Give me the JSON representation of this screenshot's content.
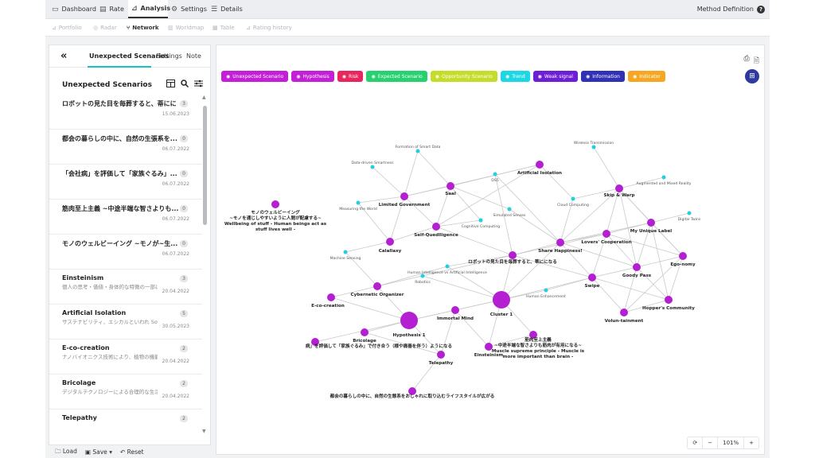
{
  "nav": {
    "tabs": [
      {
        "icon": "dashboard-icon",
        "label": "Dashboard"
      },
      {
        "icon": "rate-icon",
        "label": "Rate"
      },
      {
        "icon": "analysis-icon",
        "label": "Analysis"
      },
      {
        "icon": "gear-icon",
        "label": "Settings"
      },
      {
        "icon": "details-icon",
        "label": "Details"
      }
    ],
    "active_tab": "Analysis",
    "method_label": "Method Definition",
    "help_glyph": "?"
  },
  "subnav": {
    "tabs": [
      {
        "icon": "portfolio-icon",
        "label": "Portfolio"
      },
      {
        "icon": "radar-icon",
        "label": "Radar"
      },
      {
        "icon": "network-icon",
        "label": "Network"
      },
      {
        "icon": "worldmap-icon",
        "label": "Worldmap"
      },
      {
        "icon": "table-icon",
        "label": "Table"
      },
      {
        "icon": "rating-history-icon",
        "label": "Rating history"
      }
    ],
    "active_tab": "Network"
  },
  "sidebar": {
    "collapse_glyph": "«",
    "tabs": [
      "Unexpected Scenarios",
      "Settings",
      "Note"
    ],
    "heading": "Unexpected Scenarios",
    "items": [
      {
        "title": "ロボットの見た目を毎葬すると、蒂にに",
        "desc": "",
        "count": "3",
        "date": "15.06.2023"
      },
      {
        "title": "都会の暮らしの中に、自然の生張系を...",
        "desc": "",
        "count": "0",
        "date": "06.07.2022"
      },
      {
        "title": "「会社病」を評価して「家族ぐるみ」...",
        "desc": "",
        "count": "0",
        "date": "06.07.2022"
      },
      {
        "title": "筋肉至上主義 ~中途半端な智さよりも...",
        "desc": "",
        "count": "0",
        "date": "06.07.2022"
      },
      {
        "title": "モノのウェルビーイング ~モノが~生...",
        "desc": "",
        "count": "0",
        "date": "06.07.2022"
      },
      {
        "title": "Einsteinism",
        "desc": "個人の思考・価値・身体的な特徴の一部は、これまでハンディキャ...",
        "count": "3",
        "date": "20.04.2022"
      },
      {
        "title": "Artificial Isolation",
        "desc": "サステナビリティ、エシカルといわれ Social Goodなキーワードは、...",
        "count": "5",
        "date": "30.05.2023"
      },
      {
        "title": "E-co-creation",
        "desc": "ナノバイオニクス技術により、植物の機能改変や生物のドローン化...",
        "count": "2",
        "date": "20.04.2022"
      },
      {
        "title": "Bricolage",
        "desc": "デジタルテクノロジーによる合理的な生活の中で「効率化」が生...",
        "count": "2",
        "date": "20.04.2022"
      },
      {
        "title": "Telepathy",
        "desc": "",
        "count": "2",
        "date": ""
      }
    ],
    "footer": {
      "load": "Load",
      "save": "Save",
      "reset": "Reset"
    }
  },
  "legend": [
    {
      "label": "Unexpected Scenario",
      "color": "#c21fd6"
    },
    {
      "label": "Hypothesis",
      "color": "#c21fd6"
    },
    {
      "label": "Risk",
      "color": "#e8265e"
    },
    {
      "label": "Expected Scenario",
      "color": "#27d16d"
    },
    {
      "label": "Opportunity Scenario",
      "color": "#c6dc2a"
    },
    {
      "label": "Trend",
      "color": "#1ed7e4"
    },
    {
      "label": "Weak signal",
      "color": "#6e1fd6"
    },
    {
      "label": "Information",
      "color": "#3131b8"
    },
    {
      "label": "Indicator",
      "color": "#f5a623"
    }
  ],
  "toolbar": {
    "print_icon": "print-icon",
    "export_icon": "export-icon",
    "map_icon": "map-icon"
  },
  "zoom": {
    "refresh_glyph": "⟳",
    "minus": "−",
    "level": "101%",
    "plus": "+"
  },
  "graph": {
    "nodes": [
      {
        "id": "ai",
        "label": "Artificial Isolation",
        "kind": "purple",
        "r": 5
      },
      {
        "id": "lg",
        "label": "Limited Government",
        "kind": "purple",
        "r": 5
      },
      {
        "id": "saal",
        "label": "Saal",
        "kind": "purple",
        "r": 5
      },
      {
        "id": "sq",
        "label": "Self-Quedlligence",
        "kind": "purple",
        "r": 5
      },
      {
        "id": "cala",
        "label": "Calallaxy",
        "kind": "purple",
        "r": 5
      },
      {
        "id": "mono",
        "label": "モノのウェルビーイング\n~モノを通じしやすいように人間が配慮する~\nWellbeing of stuff - Human beings act as\nstuff lives well -",
        "kind": "purple",
        "r": 5
      },
      {
        "id": "robot",
        "label": "ロボットの見た目を毎葬すると、蒂にになる",
        "kind": "purple",
        "r": 5
      },
      {
        "id": "share",
        "label": "Share Happiness!",
        "kind": "purple",
        "r": 5
      },
      {
        "id": "skip",
        "label": "Skip & Warp",
        "kind": "purple",
        "r": 5
      },
      {
        "id": "lovers",
        "label": "Lovers' Cooperation",
        "kind": "purple",
        "r": 5
      },
      {
        "id": "myunique",
        "label": "My Unique Label",
        "kind": "purple",
        "r": 5
      },
      {
        "id": "ego",
        "label": "Ego-nomy",
        "kind": "purple",
        "r": 5
      },
      {
        "id": "goody",
        "label": "Goody Pass",
        "kind": "purple",
        "r": 5
      },
      {
        "id": "swipe",
        "label": "Swipe",
        "kind": "purple",
        "r": 5
      },
      {
        "id": "hopper",
        "label": "Hopper's Community",
        "kind": "purple",
        "r": 5
      },
      {
        "id": "volun",
        "label": "Volun-tainment",
        "kind": "purple",
        "r": 5
      },
      {
        "id": "cyber",
        "label": "Cybernetic Organizer",
        "kind": "purple",
        "r": 5
      },
      {
        "id": "eco",
        "label": "E-co-creation",
        "kind": "purple",
        "r": 5
      },
      {
        "id": "hyp1",
        "label": "Hypothesis 1",
        "kind": "purple",
        "r": 11
      },
      {
        "id": "cl1",
        "label": "Cluster 1",
        "kind": "purple",
        "r": 11
      },
      {
        "id": "immortal",
        "label": "Immortal Mind",
        "kind": "purple",
        "r": 5
      },
      {
        "id": "brico",
        "label": "Bricolage",
        "kind": "purple",
        "r": 5
      },
      {
        "id": "tele",
        "label": "Telepathy",
        "kind": "purple",
        "r": 5
      },
      {
        "id": "einst",
        "label": "Einsteinism",
        "kind": "purple",
        "r": 5
      },
      {
        "id": "muscle",
        "label": "筋肉至上主義\n~中途半端な智さよりも筋肉が有用になる~\nMuscle supreme principle - Muscle is\nmore important than brain -",
        "kind": "purple",
        "r": 5
      },
      {
        "id": "kaisha",
        "label": "病」を評価して「家族ぐるみ」で付き合う（様や痛善を伴う）ようになる",
        "kind": "purple",
        "r": 5
      },
      {
        "id": "tokai",
        "label": "都会の暮らしの中に、自然の生態系をおしゃれに取り込むライフスタイルが広がる",
        "kind": "purple",
        "r": 5
      },
      {
        "id": "foss",
        "label": "Formation of Smart Data",
        "kind": "cyan",
        "r": 2.5
      },
      {
        "id": "dds",
        "label": "Data-driven Smartness",
        "kind": "cyan",
        "r": 2.5
      },
      {
        "id": "mtw",
        "label": "Measuring the World",
        "kind": "cyan",
        "r": 2.5
      },
      {
        "id": "cog",
        "label": "Cognitive Computing",
        "kind": "cyan",
        "r": 2.5
      },
      {
        "id": "mach",
        "label": "Machine Sensing",
        "kind": "cyan",
        "r": 2.5
      },
      {
        "id": "hum",
        "label": "Human Intelligence vs Artificial Intelligence",
        "kind": "cyan",
        "r": 2.5
      },
      {
        "id": "robo",
        "label": "Robotics",
        "kind": "cyan",
        "r": 2.5
      },
      {
        "id": "enh",
        "label": "Human Enhancement",
        "kind": "cyan",
        "r": 2.5
      },
      {
        "id": "sim",
        "label": "Simulated Senses",
        "kind": "cyan",
        "r": 2.5
      },
      {
        "id": "cloud",
        "label": "Cloud Computing",
        "kind": "cyan",
        "r": 2.5
      },
      {
        "id": "wt",
        "label": "Wireless Transmission",
        "kind": "cyan",
        "r": 2.5
      },
      {
        "id": "amr",
        "label": "Augmented and Mixed Reality",
        "kind": "cyan",
        "r": 2.5
      },
      {
        "id": "twins",
        "label": "Digital Twins",
        "kind": "cyan",
        "r": 2.5
      },
      {
        "id": "ds",
        "label": "DS5",
        "kind": "cyan",
        "r": 2.5
      }
    ],
    "edges": [
      [
        "ai",
        "lg"
      ],
      [
        "ai",
        "saal"
      ],
      [
        "ai",
        "sq"
      ],
      [
        "lg",
        "saal"
      ],
      [
        "lg",
        "sq"
      ],
      [
        "lg",
        "cala"
      ],
      [
        "lg",
        "dds"
      ],
      [
        "lg",
        "foss"
      ],
      [
        "lg",
        "mtw"
      ],
      [
        "saal",
        "foss"
      ],
      [
        "saal",
        "sq"
      ],
      [
        "saal",
        "cog"
      ],
      [
        "saal",
        "sim"
      ],
      [
        "sq",
        "cala"
      ],
      [
        "sq",
        "robot"
      ],
      [
        "sq",
        "cog"
      ],
      [
        "cala",
        "mtw"
      ],
      [
        "cala",
        "mach"
      ],
      [
        "robot",
        "share"
      ],
      [
        "robot",
        "cl1"
      ],
      [
        "robot",
        "swipe"
      ],
      [
        "robot",
        "hum"
      ],
      [
        "robot",
        "cyber"
      ],
      [
        "robot",
        "ds"
      ],
      [
        "robot",
        "lovers"
      ],
      [
        "share",
        "lovers"
      ],
      [
        "share",
        "skip"
      ],
      [
        "share",
        "goody"
      ],
      [
        "share",
        "myunique"
      ],
      [
        "share",
        "cloud"
      ],
      [
        "share",
        "swipe"
      ],
      [
        "share",
        "cl1"
      ],
      [
        "skip",
        "lovers"
      ],
      [
        "skip",
        "myunique"
      ],
      [
        "skip",
        "amr"
      ],
      [
        "skip",
        "wt"
      ],
      [
        "skip",
        "ego"
      ],
      [
        "skip",
        "goody"
      ],
      [
        "lovers",
        "myunique"
      ],
      [
        "lovers",
        "goody"
      ],
      [
        "lovers",
        "swipe"
      ],
      [
        "lovers",
        "ego"
      ],
      [
        "myunique",
        "ego"
      ],
      [
        "myunique",
        "goody"
      ],
      [
        "myunique",
        "twins"
      ],
      [
        "myunique",
        "hopper"
      ],
      [
        "goody",
        "ego"
      ],
      [
        "goody",
        "swipe"
      ],
      [
        "goody",
        "hopper"
      ],
      [
        "goody",
        "volun"
      ],
      [
        "ego",
        "hopper"
      ],
      [
        "ego",
        "volun"
      ],
      [
        "swipe",
        "volun"
      ],
      [
        "swipe",
        "hopper"
      ],
      [
        "swipe",
        "cl1"
      ],
      [
        "swipe",
        "enh"
      ],
      [
        "hopper",
        "volun"
      ],
      [
        "cl1",
        "immortal"
      ],
      [
        "cl1",
        "einst"
      ],
      [
        "cl1",
        "muscle"
      ],
      [
        "cl1",
        "hyp1"
      ],
      [
        "cl1",
        "enh"
      ],
      [
        "cl1",
        "robo"
      ],
      [
        "cl1",
        "hum"
      ],
      [
        "hyp1",
        "immortal"
      ],
      [
        "hyp1",
        "brico"
      ],
      [
        "hyp1",
        "eco"
      ],
      [
        "hyp1",
        "cyber"
      ],
      [
        "hyp1",
        "tele"
      ],
      [
        "hyp1",
        "kaisha"
      ],
      [
        "immortal",
        "tele"
      ],
      [
        "immortal",
        "einst"
      ],
      [
        "cyber",
        "eco"
      ],
      [
        "cyber",
        "hum"
      ],
      [
        "cyber",
        "mach"
      ],
      [
        "brico",
        "tele"
      ],
      [
        "einst",
        "muscle"
      ],
      [
        "tele",
        "tokai"
      ],
      [
        "ai",
        "cloud"
      ],
      [
        "sim",
        "share"
      ],
      [
        "ds",
        "share"
      ],
      [
        "cloud",
        "skip"
      ]
    ]
  }
}
